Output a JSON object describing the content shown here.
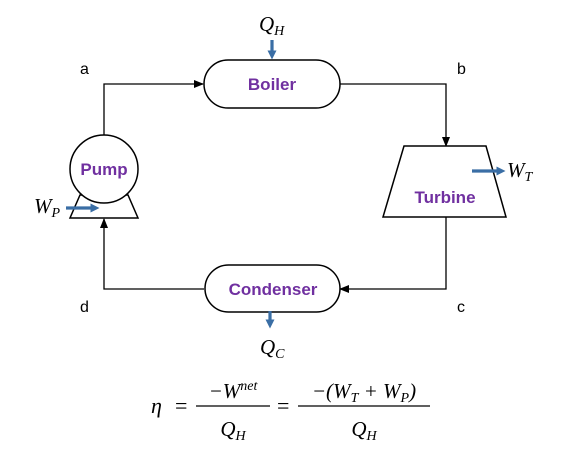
{
  "colors": {
    "component_text": "#7030a0",
    "heat_work_arrow": "#3a6ea5",
    "line": "#000000"
  },
  "components": {
    "boiler": "Boiler",
    "turbine": "Turbine",
    "condenser": "Condenser",
    "pump": "Pump"
  },
  "states": {
    "a": "a",
    "b": "b",
    "c": "c",
    "d": "d"
  },
  "quantities": {
    "qh": {
      "main": "Q",
      "sub": "H"
    },
    "qc": {
      "main": "Q",
      "sub": "C"
    },
    "wt": {
      "main": "W",
      "sub": "T"
    },
    "wp": {
      "main": "W",
      "sub": "P"
    }
  },
  "equation": {
    "eta": "η",
    "eq": "=",
    "f1_num": "−W",
    "f1_num_sup": "net",
    "f1_den": "Q",
    "f1_den_sub": "H",
    "f2_num_open": "−(W",
    "f2_num_sub1": "T",
    "f2_num_plus": " + W",
    "f2_num_sub2": "P",
    "f2_num_close": ")",
    "f2_den": "Q",
    "f2_den_sub": "H"
  }
}
